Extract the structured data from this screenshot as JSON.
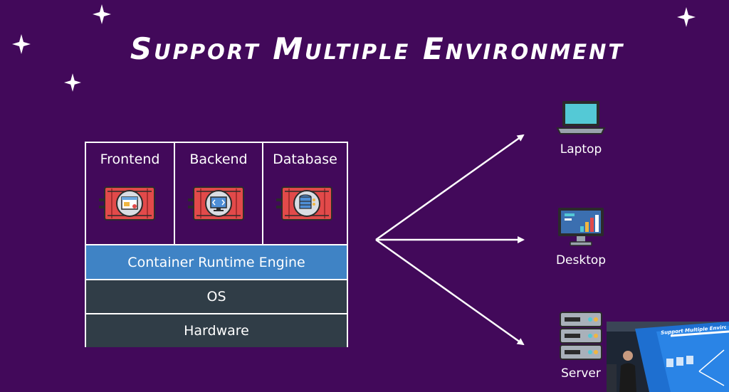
{
  "title": "Support Multiple Environment",
  "stack": {
    "services": [
      {
        "label": "Frontend",
        "icon": "frontend-container-icon"
      },
      {
        "label": "Backend",
        "icon": "backend-container-icon"
      },
      {
        "label": "Database",
        "icon": "database-container-icon"
      }
    ],
    "runtime": "Container Runtime Engine",
    "os": "OS",
    "hardware": "Hardware"
  },
  "targets": [
    {
      "label": "Laptop",
      "icon": "laptop-icon"
    },
    {
      "label": "Desktop",
      "icon": "desktop-icon"
    },
    {
      "label": "Server",
      "icon": "server-icon"
    }
  ],
  "inset_slide_title": "Support Multiple Environment",
  "colors": {
    "background": "#42095a",
    "runtime": "#3f83c5",
    "layer": "#303d47",
    "container": "#e24a4a",
    "foreground": "#ffffff"
  }
}
